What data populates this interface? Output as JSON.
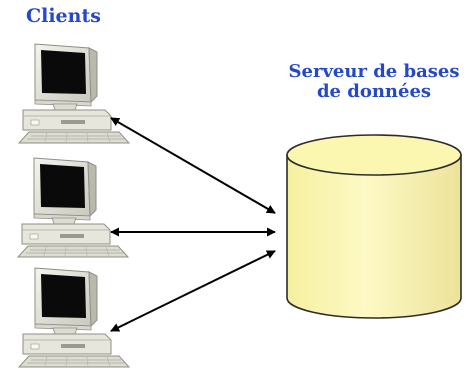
{
  "labels": {
    "clients": "Clients",
    "server_line1": "Serveur de bases",
    "server_line2": "de données"
  },
  "icons": {
    "client": "desktop-computer-icon",
    "server": "database-cylinder-icon"
  },
  "colors": {
    "label_text": "#2448c8",
    "database_fill": "#fbf7b0",
    "arrow": "#000000"
  }
}
